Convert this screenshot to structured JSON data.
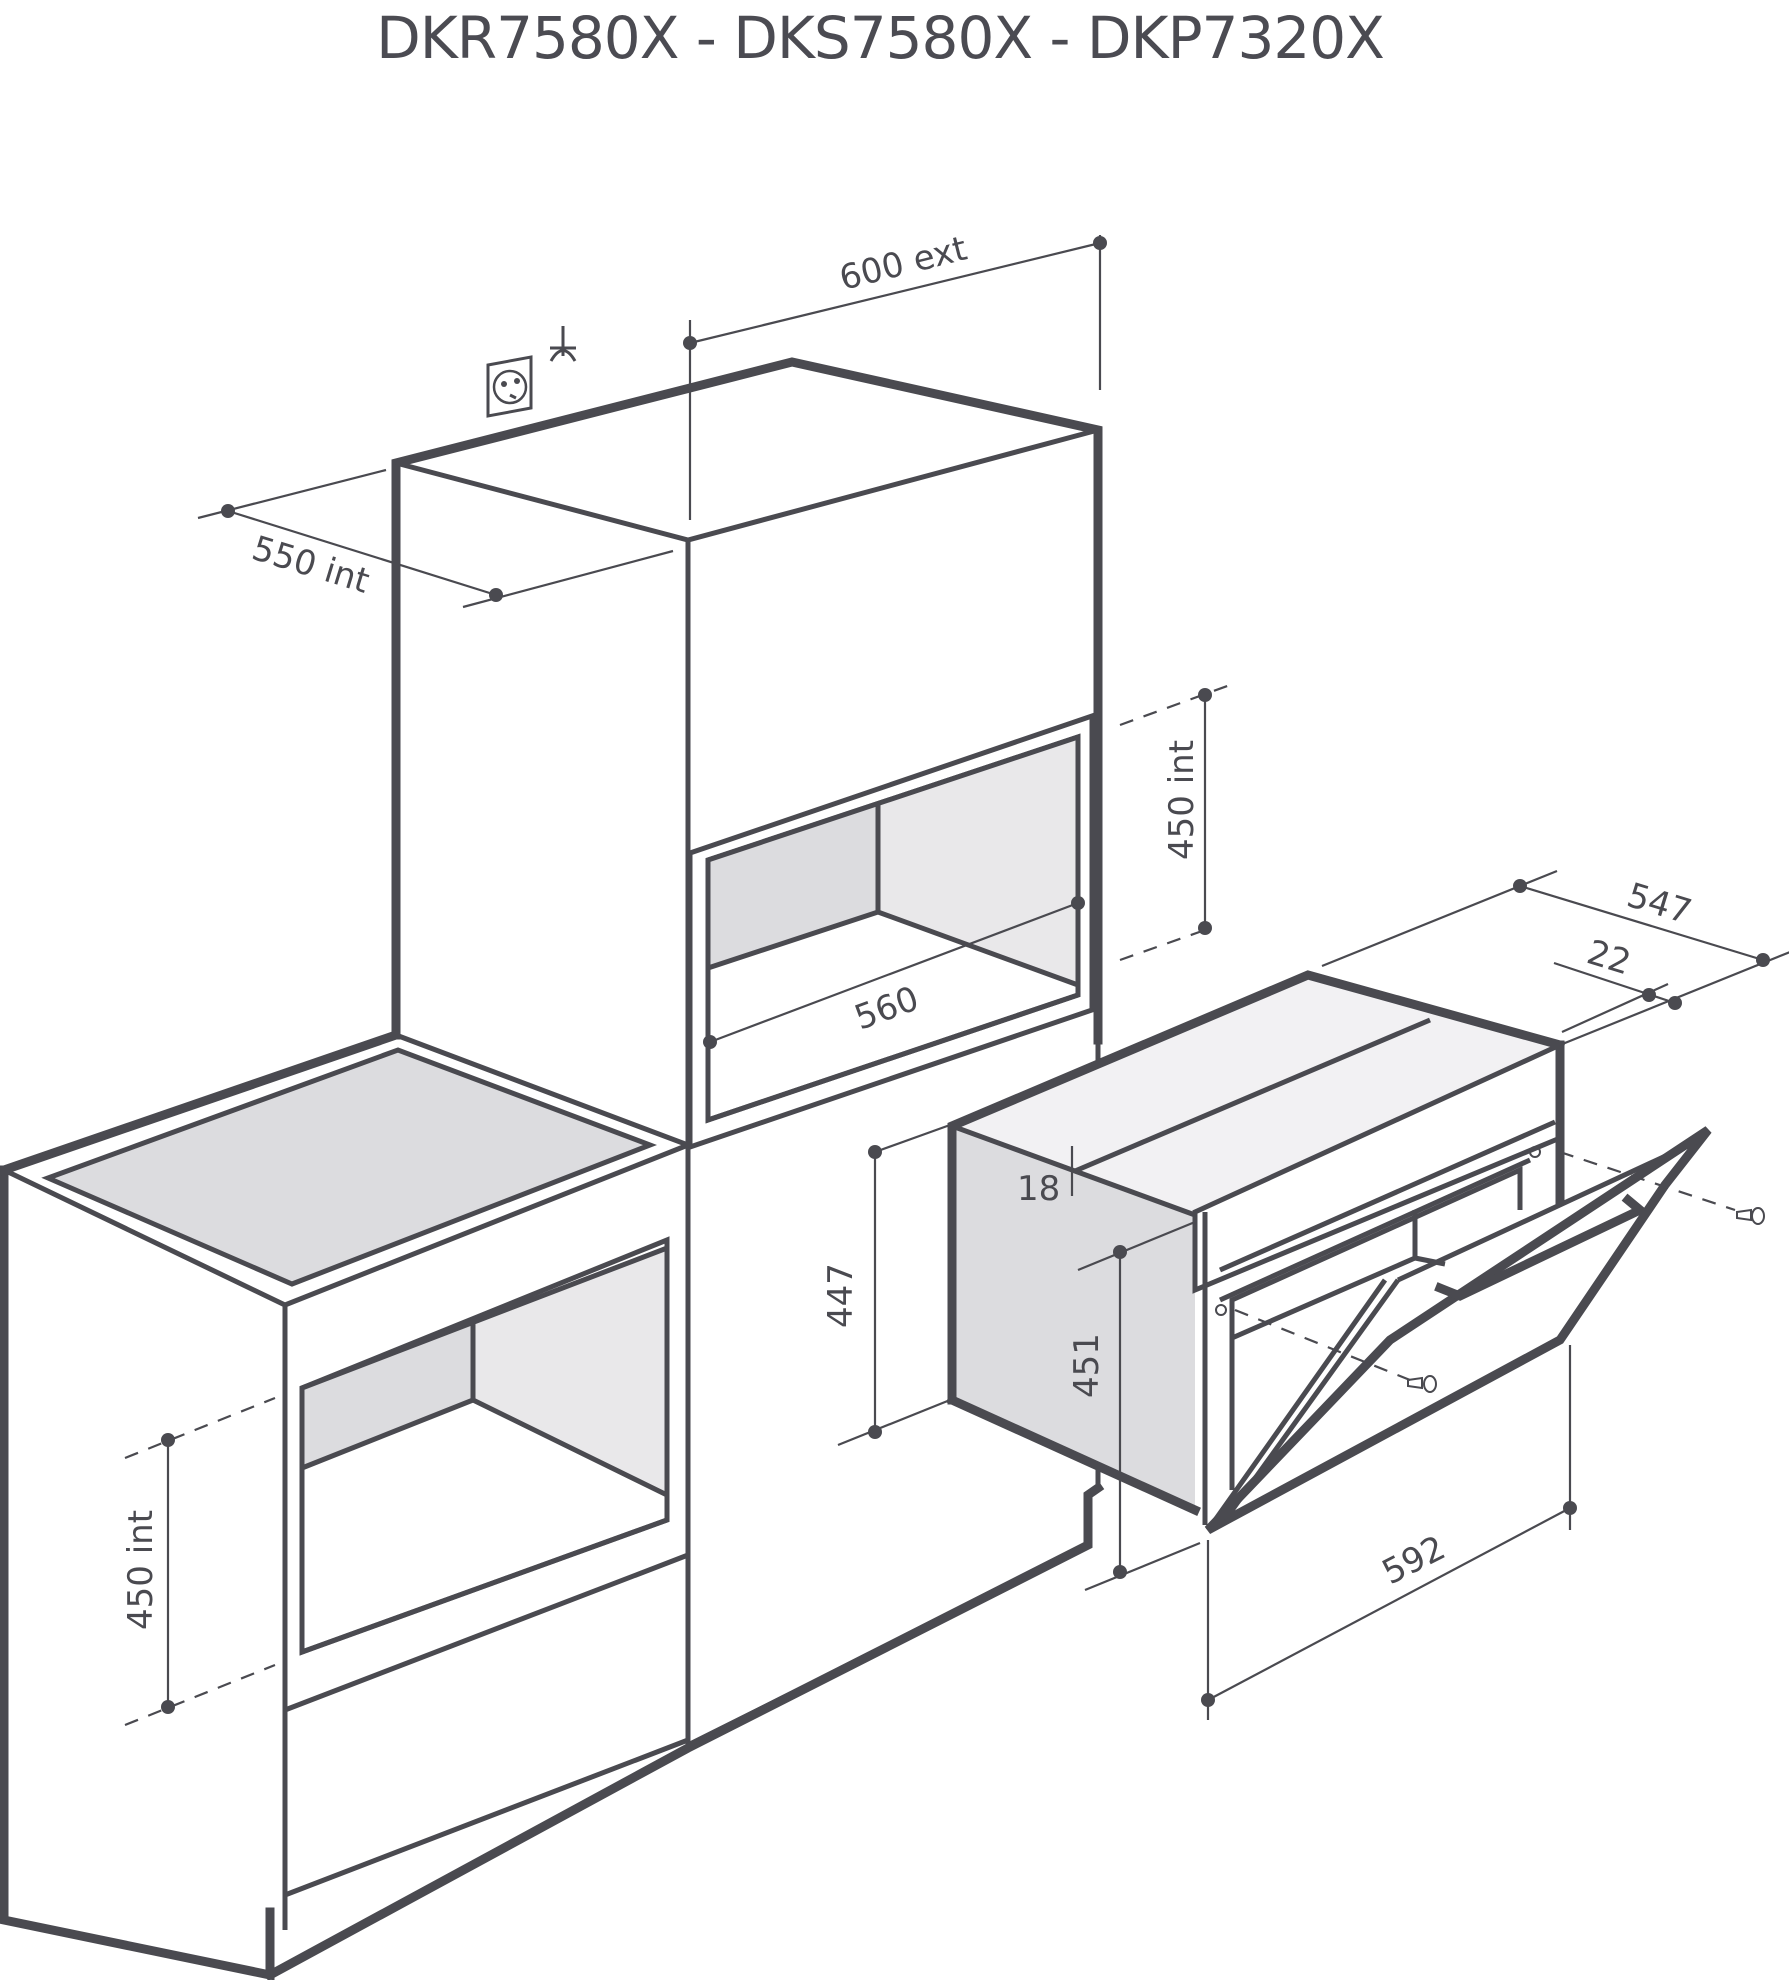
{
  "title": "DKR7580X - DKS7580X - DKP7320X",
  "colors": {
    "line": "#4a4a50",
    "shade_dark": "#dcdcdf",
    "shade_mid": "#e9e8ea",
    "shade_light": "#f2f1f3",
    "background": "#ffffff"
  },
  "icons": {
    "socket": "power-socket-icon",
    "earth": "earth-ground-icon",
    "screws": "mounting-screw-icon"
  },
  "dimensions": {
    "cabinet_width_ext": "600 ext",
    "cabinet_depth_int": "550 int",
    "niche_height_int_upper": "450 int",
    "niche_width": "560",
    "niche_height_int_lower": "450 int",
    "oven_depth": "547",
    "front_thickness": "22",
    "panel_thickness": "18",
    "oven_body_height": "447",
    "oven_front_height": "451",
    "oven_front_width": "592"
  }
}
